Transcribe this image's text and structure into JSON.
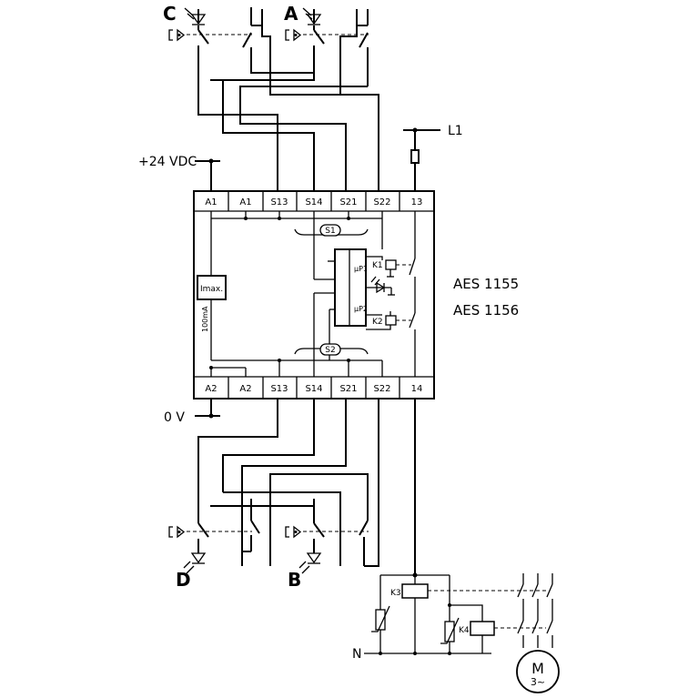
{
  "sensors": {
    "top_left": "C",
    "top_right": "A",
    "bottom_left": "D",
    "bottom_right": "B"
  },
  "supply": {
    "positive": "+24 VDC",
    "ground": "0 V",
    "line": "L1",
    "neutral": "N"
  },
  "terminals_top": [
    "A1",
    "A1",
    "S13",
    "S14",
    "S21",
    "S22",
    "13"
  ],
  "terminals_bottom": [
    "A2",
    "A2",
    "S13",
    "S14",
    "S21",
    "S22",
    "14"
  ],
  "internal": {
    "current_limit": "Imax.",
    "current_value": "100mA",
    "channel_1": "S1",
    "channel_2": "S2",
    "processor_1": "µP1",
    "processor_2": "µP2",
    "relay_1": "K1",
    "relay_2": "K2"
  },
  "external": {
    "contactor_3": "K3",
    "contactor_4": "K4",
    "motor": "M",
    "motor_phase": "3~"
  },
  "products": [
    "AES 1155",
    "AES 1156"
  ]
}
